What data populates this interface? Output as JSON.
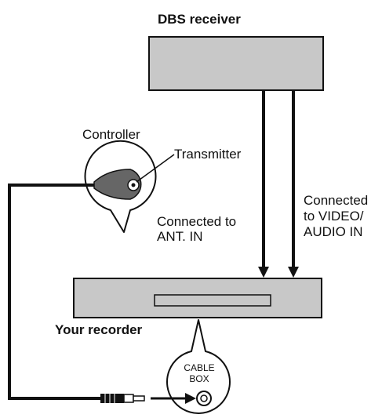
{
  "labels": {
    "dbs_receiver": "DBS receiver",
    "controller": "Controller",
    "transmitter": "Transmitter",
    "connected_ant_line1": "Connected to",
    "connected_ant_line2": "ANT. IN",
    "connected_av_line1": "Connected",
    "connected_av_line2": "to VIDEO/",
    "connected_av_line3": "AUDIO IN",
    "your_recorder": "Your recorder",
    "cable_line1": "CABLE",
    "cable_line2": "BOX"
  },
  "colors": {
    "device_fill": "#c8c8c8",
    "stroke": "#111111",
    "background": "#ffffff"
  }
}
